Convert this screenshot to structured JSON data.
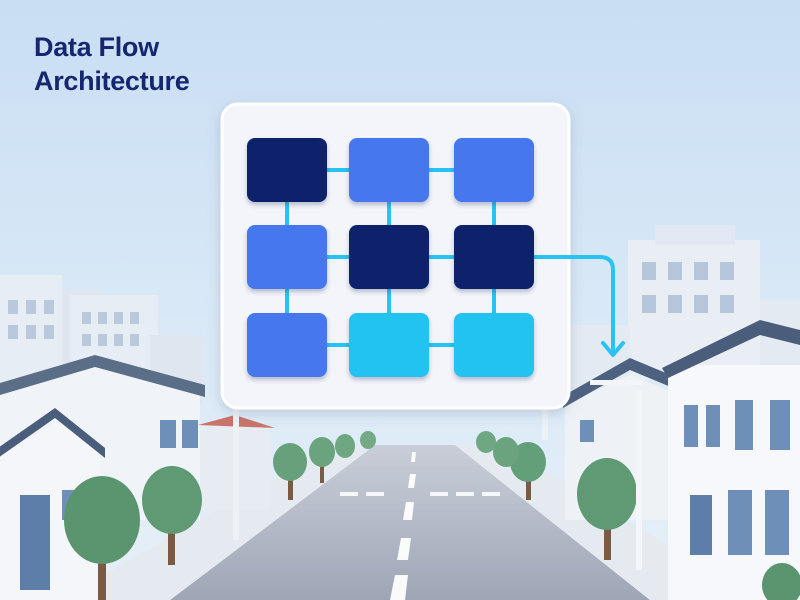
{
  "title": {
    "line1": "Data Flow",
    "line2": "Architecture"
  },
  "colors": {
    "dark_node": "#10236b",
    "mid_node": "#4677ec",
    "light_node": "#22c2f1",
    "connector": "#27c3f3",
    "title_text": "#15276f",
    "sky": "#cfe4f6",
    "panel": "#f3f5fa"
  },
  "grid": {
    "rows": 3,
    "cols": 3,
    "nodes": [
      {
        "id": "r1c1",
        "tone": "dark"
      },
      {
        "id": "r1c2",
        "tone": "mid"
      },
      {
        "id": "r1c3",
        "tone": "mid"
      },
      {
        "id": "r2c1",
        "tone": "mid"
      },
      {
        "id": "r2c2",
        "tone": "dark"
      },
      {
        "id": "r2c3",
        "tone": "dark"
      },
      {
        "id": "r3c1",
        "tone": "mid"
      },
      {
        "id": "r3c2",
        "tone": "light"
      },
      {
        "id": "r3c3",
        "tone": "light"
      }
    ],
    "connections": [
      [
        "r1c1",
        "r1c2"
      ],
      [
        "r1c2",
        "r1c3"
      ],
      [
        "r2c1",
        "r2c2"
      ],
      [
        "r2c2",
        "r2c3"
      ],
      [
        "r3c1",
        "r3c2"
      ],
      [
        "r3c2",
        "r3c3"
      ],
      [
        "r1c1",
        "r2c1"
      ],
      [
        "r2c1",
        "r3c1"
      ],
      [
        "r1c2",
        "r2c2"
      ],
      [
        "r2c2",
        "r3c2"
      ],
      [
        "r1c3",
        "r2c3"
      ],
      [
        "r2c3",
        "r3c3"
      ]
    ],
    "output_from": "r2c3"
  },
  "icons": {
    "output_arrow": "arrow-down-icon"
  }
}
